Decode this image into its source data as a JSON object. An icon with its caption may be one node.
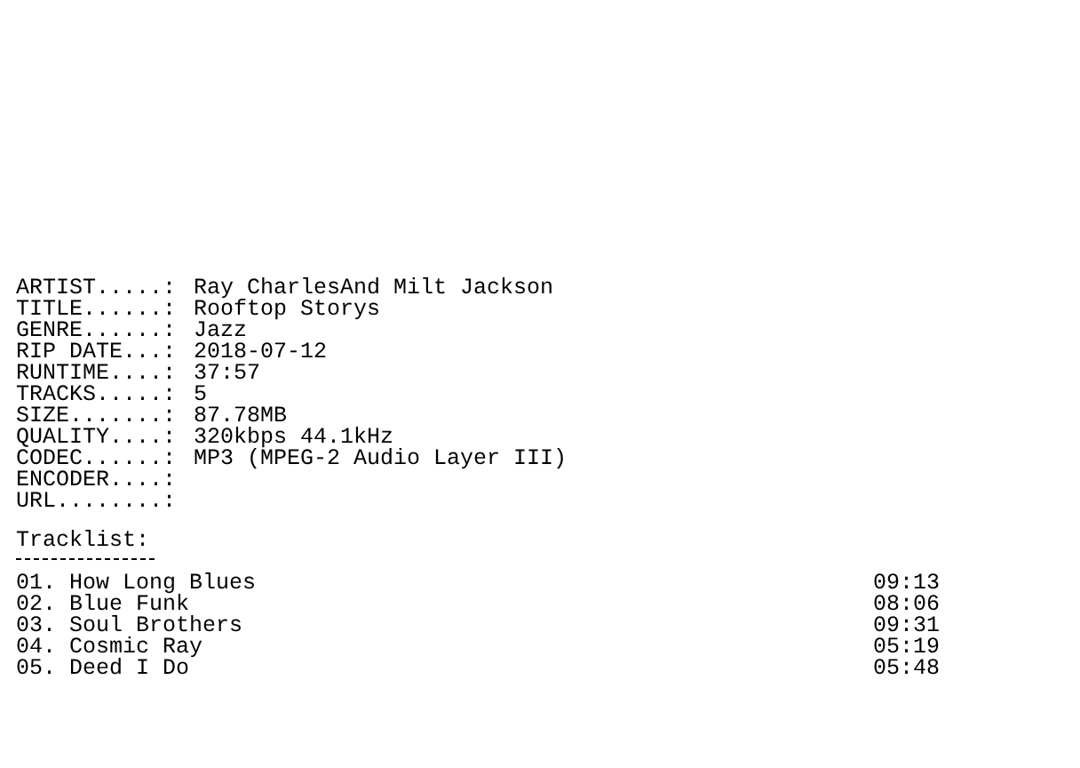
{
  "diagram": {
    "labels": [
      "ARTIST.....:",
      "Ray CharlesAnd Milt Jackson",
      "TITLE......:",
      "Rooftop Storys",
      "GENRE......:",
      "Jazz",
      "RIP DATE...:",
      "2018-07-12",
      "RUNTIME....:",
      "37:57",
      "TRACKS.....:",
      "5",
      "SIZE.......:",
      "87.78MB",
      "QUALITY....:",
      "320kbps 44.1kHz",
      "CODEC......:",
      "MP3 (MPEG-2 Audio Layer III)",
      "ENCODER....:",
      "URL........:",
      "Tracklist:",
      "01. How Long Blues",
      "09:13",
      "02. Blue Funk",
      "08:06",
      "03. Soul Brothers",
      "09:31",
      "04. Cosmic Ray",
      "05:19",
      "05. Deed I Do",
      "05:48"
    ]
  }
}
